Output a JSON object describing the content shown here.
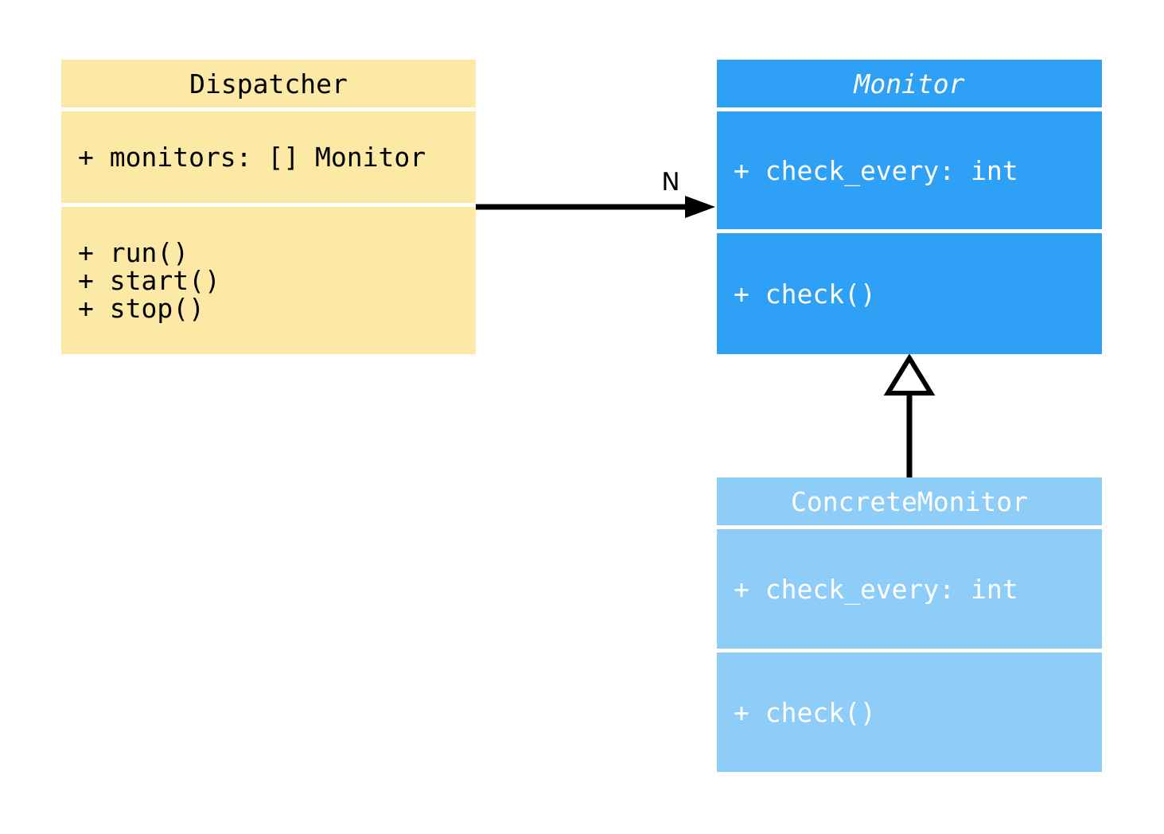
{
  "page": {
    "background": "#FFFFFF"
  },
  "diagram": {
    "type": "uml-class-diagram",
    "connector_color": "#000000",
    "divider_color": "#FFFFFF",
    "classes": [
      {
        "name": "Dispatcher",
        "title_italic": false,
        "fill": "#FBE9A5",
        "text_color": "#000000",
        "attributes": [
          "+ monitors: [] Monitor"
        ],
        "methods": [
          "+ run()",
          "+ start()",
          "+ stop()"
        ]
      },
      {
        "name": "Monitor",
        "title_italic": true,
        "fill": "#2EA0F5",
        "text_color": "#FFFFFF",
        "attributes": [
          "+ check_every: int"
        ],
        "methods": [
          "+ check()"
        ]
      },
      {
        "name": "ConcreteMonitor",
        "title_italic": false,
        "fill": "#8FCDF9",
        "text_color": "#FFFFFF",
        "attributes": [
          "+ check_every: int"
        ],
        "methods": [
          "+ check()"
        ]
      }
    ],
    "relations": [
      {
        "type": "association",
        "from": "Dispatcher",
        "to": "Monitor",
        "label": "N"
      },
      {
        "type": "inheritance",
        "from": "ConcreteMonitor",
        "to": "Monitor"
      }
    ]
  }
}
